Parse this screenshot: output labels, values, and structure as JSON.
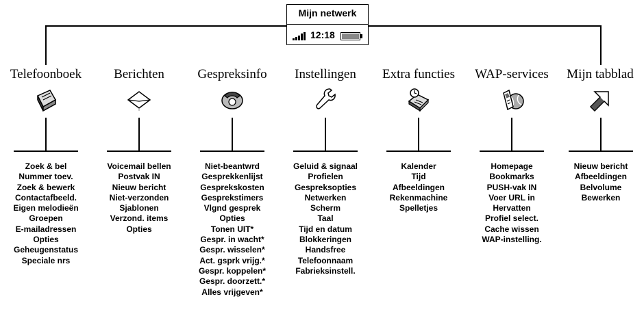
{
  "phone": {
    "title": "Mijn netwerk",
    "time": "12:18",
    "signal_icon": "signal-bars-icon",
    "battery_icon": "battery-icon"
  },
  "categories": [
    {
      "title": "Telefoonboek",
      "icon": "phonebook-icon",
      "items": [
        "Zoek & bel",
        "Nummer toev.",
        "Zoek & bewerk",
        "Contactafbeeld.",
        "Eigen melodieën",
        "Groepen",
        "E-mailadressen",
        "Opties",
        "Geheugenstatus",
        "Speciale nrs"
      ]
    },
    {
      "title": "Berichten",
      "icon": "envelope-icon",
      "items": [
        "Voicemail bellen",
        "Postvak IN",
        "Nieuw bericht",
        "Niet-verzonden",
        "Sjablonen",
        "Verzond. items",
        "Opties"
      ]
    },
    {
      "title": "Gespreksinfo",
      "icon": "handset-icon",
      "items": [
        "Niet-beantwrd",
        "Gesprekkenlijst",
        "Gesprekskosten",
        "Gesprekstimers",
        "Vlgnd gesprek",
        "Opties",
        "Tonen UIT*",
        "Gespr. in wacht*",
        "Gespr. wisselen*",
        "Act. gsprk vrijg.*",
        "Gespr. koppelen*",
        "Gespr. doorzett.*",
        "Alles vrijgeven*"
      ]
    },
    {
      "title": "Instellingen",
      "icon": "wrench-icon",
      "items": [
        "Geluid & signaal",
        "Profielen",
        "Gespreksopties",
        "Netwerken",
        "Scherm",
        "Taal",
        "Tijd en datum",
        "Blokkeringen",
        "Handsfree",
        "Telefoonnaam",
        "Fabrieksinstell."
      ]
    },
    {
      "title": "Extra functies",
      "icon": "extras-icon",
      "items": [
        "Kalender",
        "Tijd",
        "Afbeeldingen",
        "Rekenmachine",
        "Spelletjes"
      ]
    },
    {
      "title": "WAP-services",
      "icon": "wap-globe-icon",
      "items": [
        "Homepage",
        "Bookmarks",
        "PUSH-vak IN",
        "Voer URL in",
        "Hervatten",
        "Profiel select.",
        "Cache wissen",
        "WAP-instelling."
      ]
    },
    {
      "title": "Mijn tabblad",
      "icon": "arrow-icon",
      "items": [
        "Nieuw bericht",
        "Afbeeldingen",
        "Belvolume",
        "Bewerken"
      ]
    }
  ]
}
